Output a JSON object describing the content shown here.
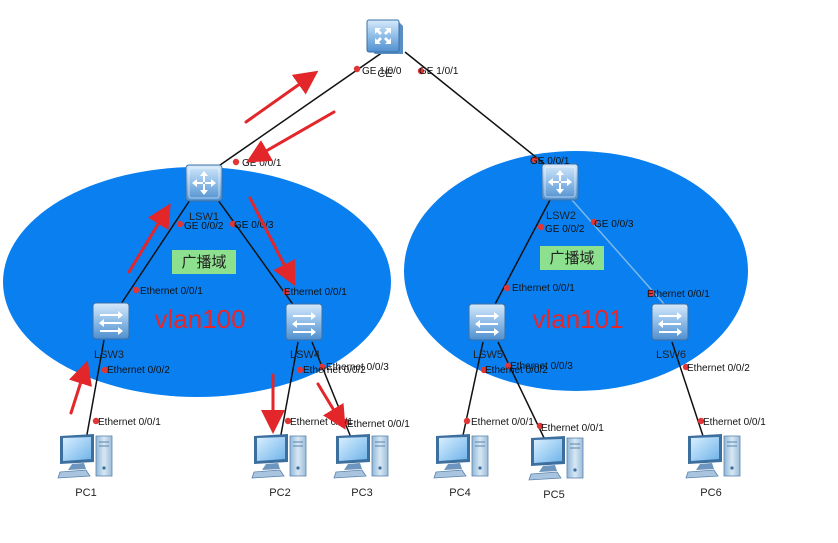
{
  "colors": {
    "zone": "#0a7ff0",
    "link": "#111111",
    "lsw2_lsw6_link": "#7fb8e8",
    "port_dot": "#e23636",
    "arrow": "#e2262a",
    "broadcast_bg": "#8de08d",
    "vlan_text": "#e8262a"
  },
  "zones": [
    {
      "id": "zone-left",
      "vlan_label": "vlan100",
      "broadcast_label": "广播域"
    },
    {
      "id": "zone-right",
      "vlan_label": "vlan101",
      "broadcast_label": "广播域"
    }
  ],
  "devices": {
    "ce": {
      "label": "CE",
      "icon": "router-icon"
    },
    "lsw1": {
      "label": "LSW1",
      "icon": "core-switch-icon"
    },
    "lsw2": {
      "label": "LSW2",
      "icon": "core-switch-icon"
    },
    "lsw3": {
      "label": "LSW3",
      "icon": "access-switch-icon"
    },
    "lsw4": {
      "label": "LSW4",
      "icon": "access-switch-icon"
    },
    "lsw5": {
      "label": "LSW5",
      "icon": "access-switch-icon"
    },
    "lsw6": {
      "label": "LSW6",
      "icon": "access-switch-icon"
    },
    "pc1": {
      "label": "PC1",
      "icon": "pc-icon"
    },
    "pc2": {
      "label": "PC2",
      "icon": "pc-icon"
    },
    "pc3": {
      "label": "PC3",
      "icon": "pc-icon"
    },
    "pc4": {
      "label": "PC4",
      "icon": "pc-icon"
    },
    "pc5": {
      "label": "PC5",
      "icon": "pc-icon"
    },
    "pc6": {
      "label": "PC6",
      "icon": "pc-icon"
    }
  },
  "ports": {
    "ce_p0": "GE 1/0/0",
    "ce_p1": "GE 1/0/1",
    "lsw1_up": "GE 0/0/1",
    "lsw1_p2": "GE 0/0/2",
    "lsw1_p3": "GE 0/0/3",
    "lsw2_up": "GE 0/0/1",
    "lsw2_p2": "GE 0/0/2",
    "lsw2_p3": "GE 0/0/3",
    "lsw3_up": "Ethernet 0/0/1",
    "lsw3_p2": "Ethernet 0/0/2",
    "lsw4_up": "Ethernet 0/0/1",
    "lsw4_p2": "Ethernet 0/0/2",
    "lsw4_p3": "Ethernet 0/0/3",
    "lsw5_up": "Ethernet 0/0/1",
    "lsw5_p2": "Ethernet 0/0/2",
    "lsw5_p3": "Ethernet 0/0/3",
    "lsw6_up": "Ethernet 0/0/1",
    "lsw6_p2": "Ethernet 0/0/2",
    "pc1_p": "Ethernet 0/0/1",
    "pc2_p": "Ethernet 0/0/1",
    "pc3_p": "Ethernet 0/0/1",
    "pc4_p": "Ethernet 0/0/1",
    "pc5_p": "Ethernet 0/0/1",
    "pc6_p": "Ethernet 0/0/1"
  }
}
